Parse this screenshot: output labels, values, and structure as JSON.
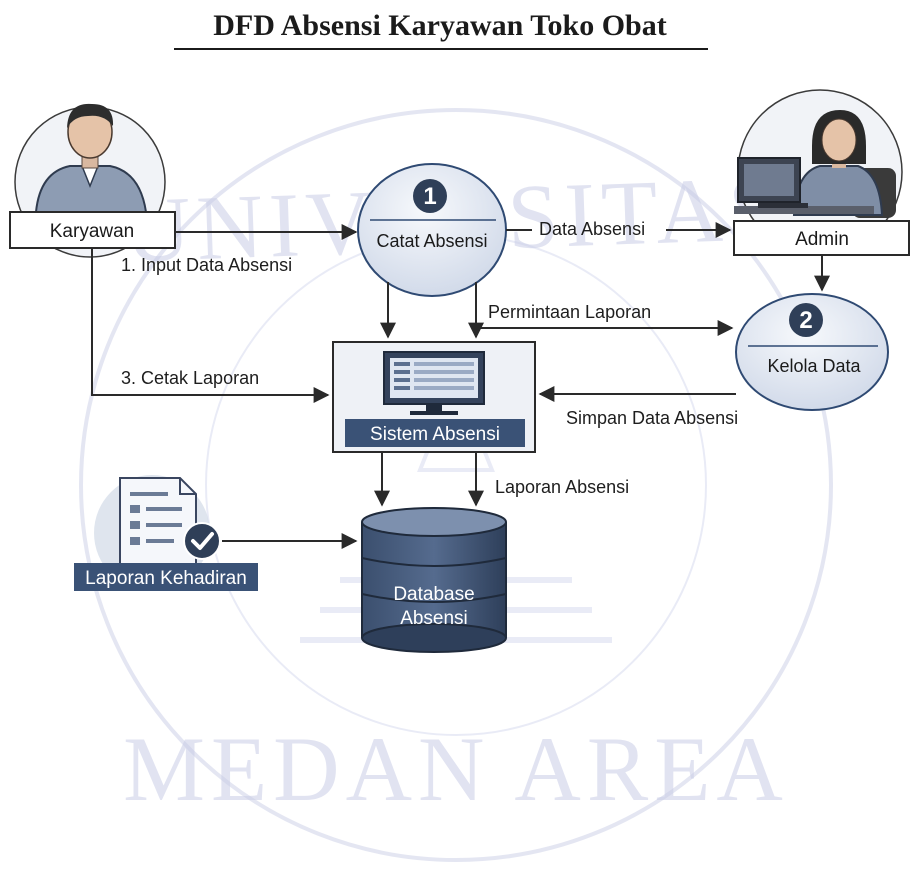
{
  "title": "DFD Absensi Karyawan Toko Obat",
  "watermark": {
    "top": "UNIVERSITAS",
    "bottom": "MEDAN AREA"
  },
  "entities": {
    "karyawan": "Karyawan",
    "admin": "Admin"
  },
  "processes": {
    "p1": {
      "number": "1",
      "label": "Catat Absensi"
    },
    "p2": {
      "number": "2",
      "label": "Kelola Data"
    }
  },
  "system": {
    "label": "Sistem Absensi"
  },
  "datastore": {
    "line1": "Database",
    "line2": "Absensi"
  },
  "report": {
    "label": "Laporan Kehadiran"
  },
  "flows": {
    "input": "1. Input Data Absensi",
    "cetak": "3. Cetak Laporan",
    "data_absensi": "Data Absensi",
    "permintaan": "Permintaan Laporan",
    "simpan": "Simpan Data Absensi",
    "laporan_absensi": "Laporan Absensi"
  },
  "colors": {
    "navy": "#2f4a73",
    "dark": "#2a2a2a",
    "process_fill": "#e6ebf4",
    "watermark": "#c9cde6"
  }
}
